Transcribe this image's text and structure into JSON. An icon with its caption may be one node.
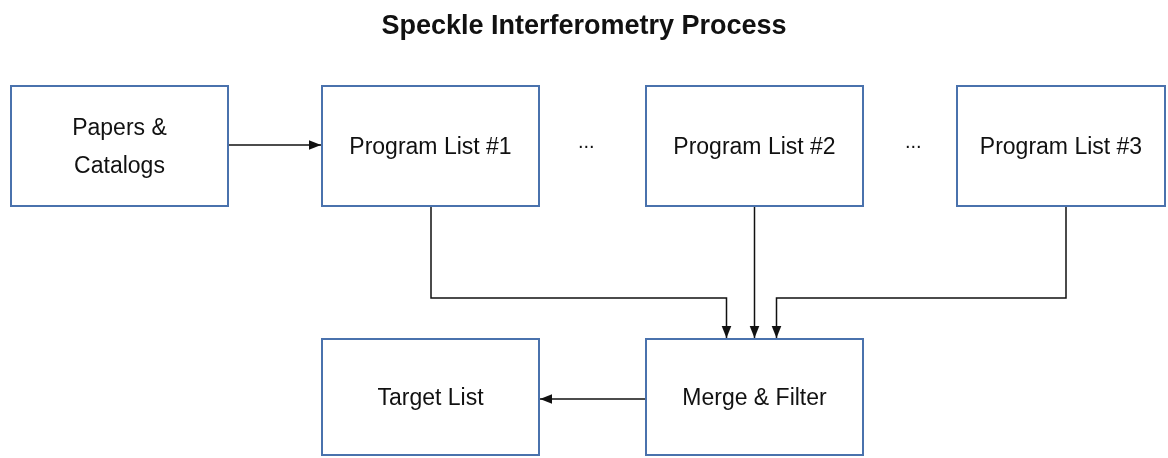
{
  "diagram": {
    "title": "Speckle Interferometry Process",
    "nodes": [
      {
        "text": [
          "Papers & Catalogs"
        ]
      },
      {
        "text": [
          "Program List #1"
        ]
      },
      {
        "text": [
          "Program List #2"
        ]
      },
      {
        "text": [
          "Program List #3"
        ]
      },
      {
        "text": [
          "Target List"
        ]
      },
      {
        "text": [
          "Merge & Filter"
        ]
      }
    ],
    "edges": [
      {
        "from": 0,
        "to": 1,
        "arrow": "to"
      },
      {
        "from": 1,
        "to": 5,
        "arrow": "to"
      },
      {
        "from": 2,
        "to": 5,
        "arrow": "to"
      },
      {
        "from": 3,
        "to": 5,
        "arrow": "to"
      },
      {
        "from": 5,
        "to": 4,
        "arrow": "to"
      }
    ],
    "labels": [
      "...",
      "..."
    ]
  }
}
